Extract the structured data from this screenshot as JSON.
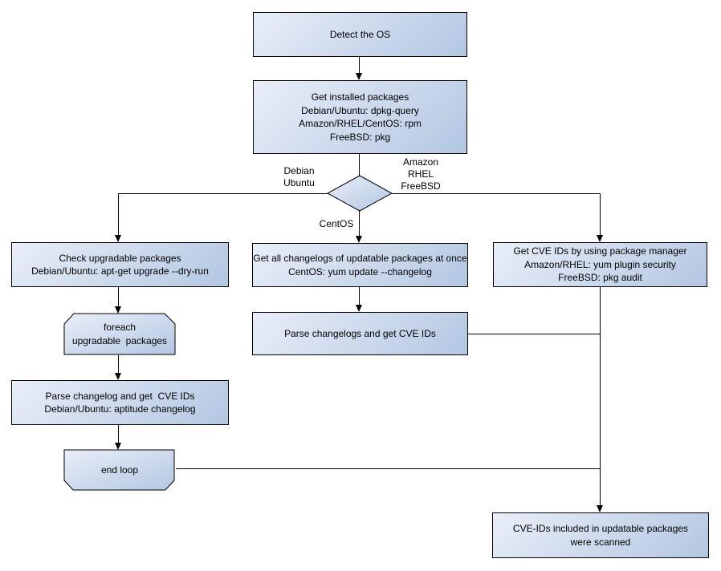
{
  "colors": {
    "background": "#ffffff",
    "node_fill_light": "#e9eef8",
    "node_fill_dark": "#b3c7e2",
    "node_border": "#000000",
    "line": "#000000",
    "text": "#000000"
  },
  "nodes": {
    "detect_os": {
      "label": "Detect the OS"
    },
    "get_installed_packages": {
      "label": "Get installed packages\nDebian/Ubuntu: dpkg-query\nAmazon/RHEL/CentOS: rpm\nFreeBSD: pkg"
    },
    "check_upgradable_packages": {
      "label": "Check upgradable packages\nDebian/Ubuntu: apt-get upgrade --dry-run"
    },
    "foreach_loop": {
      "label": "foreach\nupgradable  packages"
    },
    "parse_changelog": {
      "label": "Parse changelog and get  CVE IDs\nDebian/Ubuntu: aptitude changelog"
    },
    "end_loop": {
      "label": "end loop"
    },
    "get_all_changelogs": {
      "label": "Get all changelogs of updatable packages at once\nCentOS: yum update --changelog"
    },
    "parse_changelogs": {
      "label": "Parse changelogs and get CVE IDs"
    },
    "get_cve_ids": {
      "label": "Get CVE IDs by using package manager\nAmazon/RHEL: yum plugin security\nFreeBSD: pkg audit"
    },
    "scan_result": {
      "label": "CVE-IDs included in updatable packages\nwere scanned"
    }
  },
  "edge_labels": {
    "debian_ubuntu": "Debian\nUbuntu",
    "amazon_rhel_freebsd": "Amazon\nRHEL\nFreeBSD",
    "centos": "CentOS"
  }
}
